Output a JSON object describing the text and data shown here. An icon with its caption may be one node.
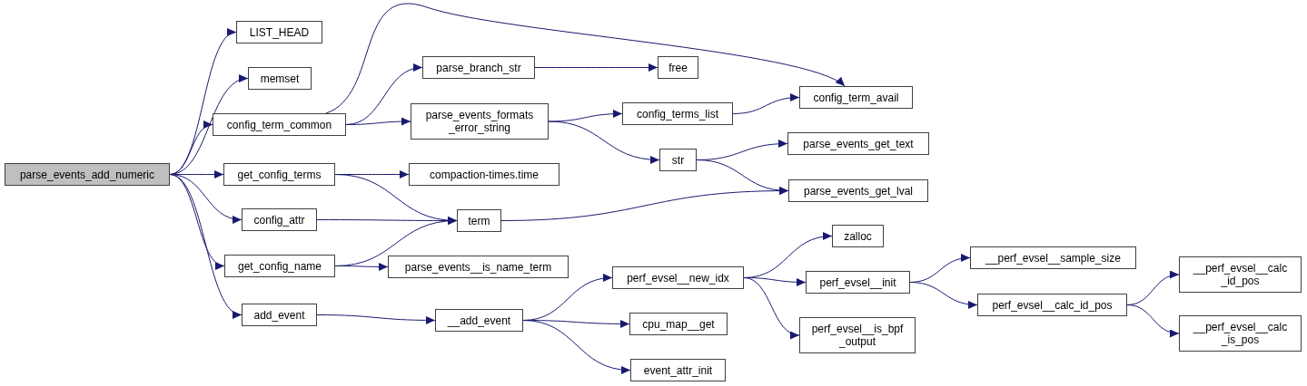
{
  "diagram": {
    "nodes": [
      {
        "text": [
          "parse_events_add_numeric"
        ]
      },
      {
        "text": [
          "LIST_HEAD"
        ]
      },
      {
        "text": [
          "memset"
        ]
      },
      {
        "text": [
          "config_term_common"
        ]
      },
      {
        "text": [
          "get_config_terms"
        ]
      },
      {
        "text": [
          "config_attr"
        ]
      },
      {
        "text": [
          "get_config_name"
        ]
      },
      {
        "text": [
          "add_event"
        ]
      },
      {
        "text": [
          "parse_branch_str"
        ]
      },
      {
        "text": [
          "parse_events_formats _error_string"
        ]
      },
      {
        "text": [
          "compaction-times.time"
        ]
      },
      {
        "text": [
          "term"
        ]
      },
      {
        "text": [
          "parse_events__is_name_term"
        ]
      },
      {
        "text": [
          "__add_event"
        ]
      },
      {
        "text": [
          "free"
        ]
      },
      {
        "text": [
          "config_terms_list"
        ]
      },
      {
        "text": [
          "str"
        ]
      },
      {
        "text": [
          "perf_evsel__new_idx"
        ]
      },
      {
        "text": [
          "cpu_map__get"
        ]
      },
      {
        "text": [
          "event_attr_init"
        ]
      },
      {
        "text": [
          "config_term_avail"
        ]
      },
      {
        "text": [
          "parse_events_get_text"
        ]
      },
      {
        "text": [
          "parse_events_get_lval"
        ]
      },
      {
        "text": [
          "zalloc"
        ]
      },
      {
        "text": [
          "perf_evsel__init"
        ]
      },
      {
        "text": [
          "perf_evsel__is_bpf _output"
        ]
      },
      {
        "text": [
          "__perf_evsel__sample_size"
        ]
      },
      {
        "text": [
          "perf_evsel__calc_id_pos"
        ]
      },
      {
        "text": [
          "__perf_evsel__calc _id_pos"
        ]
      },
      {
        "text": [
          "__perf_evsel__calc _is_pos"
        ]
      }
    ],
    "edges": [
      {
        "from": 0,
        "to": 1,
        "arrow": "to"
      },
      {
        "from": 0,
        "to": 2,
        "arrow": "to"
      },
      {
        "from": 0,
        "to": 3,
        "arrow": "to"
      },
      {
        "from": 0,
        "to": 4,
        "arrow": "to"
      },
      {
        "from": 0,
        "to": 5,
        "arrow": "to"
      },
      {
        "from": 0,
        "to": 6,
        "arrow": "to"
      },
      {
        "from": 0,
        "to": 7,
        "arrow": "to"
      },
      {
        "from": 3,
        "to": 20,
        "arrow": "to"
      },
      {
        "from": 3,
        "to": 8,
        "arrow": "to"
      },
      {
        "from": 3,
        "to": 9,
        "arrow": "to"
      },
      {
        "from": 4,
        "to": 10,
        "arrow": "to"
      },
      {
        "from": 4,
        "to": 11,
        "arrow": "to"
      },
      {
        "from": 5,
        "to": 11,
        "arrow": "to"
      },
      {
        "from": 6,
        "to": 11,
        "arrow": "to"
      },
      {
        "from": 6,
        "to": 12,
        "arrow": "to"
      },
      {
        "from": 7,
        "to": 13,
        "arrow": "to"
      },
      {
        "from": 8,
        "to": 14,
        "arrow": "to"
      },
      {
        "from": 9,
        "to": 15,
        "arrow": "to"
      },
      {
        "from": 9,
        "to": 16,
        "arrow": "to"
      },
      {
        "from": 11,
        "to": 22,
        "arrow": "to"
      },
      {
        "from": 13,
        "to": 17,
        "arrow": "to"
      },
      {
        "from": 13,
        "to": 18,
        "arrow": "to"
      },
      {
        "from": 13,
        "to": 19,
        "arrow": "to"
      },
      {
        "from": 15,
        "to": 20,
        "arrow": "to"
      },
      {
        "from": 16,
        "to": 21,
        "arrow": "to"
      },
      {
        "from": 16,
        "to": 22,
        "arrow": "to"
      },
      {
        "from": 17,
        "to": 23,
        "arrow": "to"
      },
      {
        "from": 17,
        "to": 24,
        "arrow": "to"
      },
      {
        "from": 17,
        "to": 25,
        "arrow": "to"
      },
      {
        "from": 24,
        "to": 26,
        "arrow": "to"
      },
      {
        "from": 24,
        "to": 27,
        "arrow": "to"
      },
      {
        "from": 27,
        "to": 28,
        "arrow": "to"
      },
      {
        "from": 27,
        "to": 29,
        "arrow": "to"
      }
    ]
  }
}
